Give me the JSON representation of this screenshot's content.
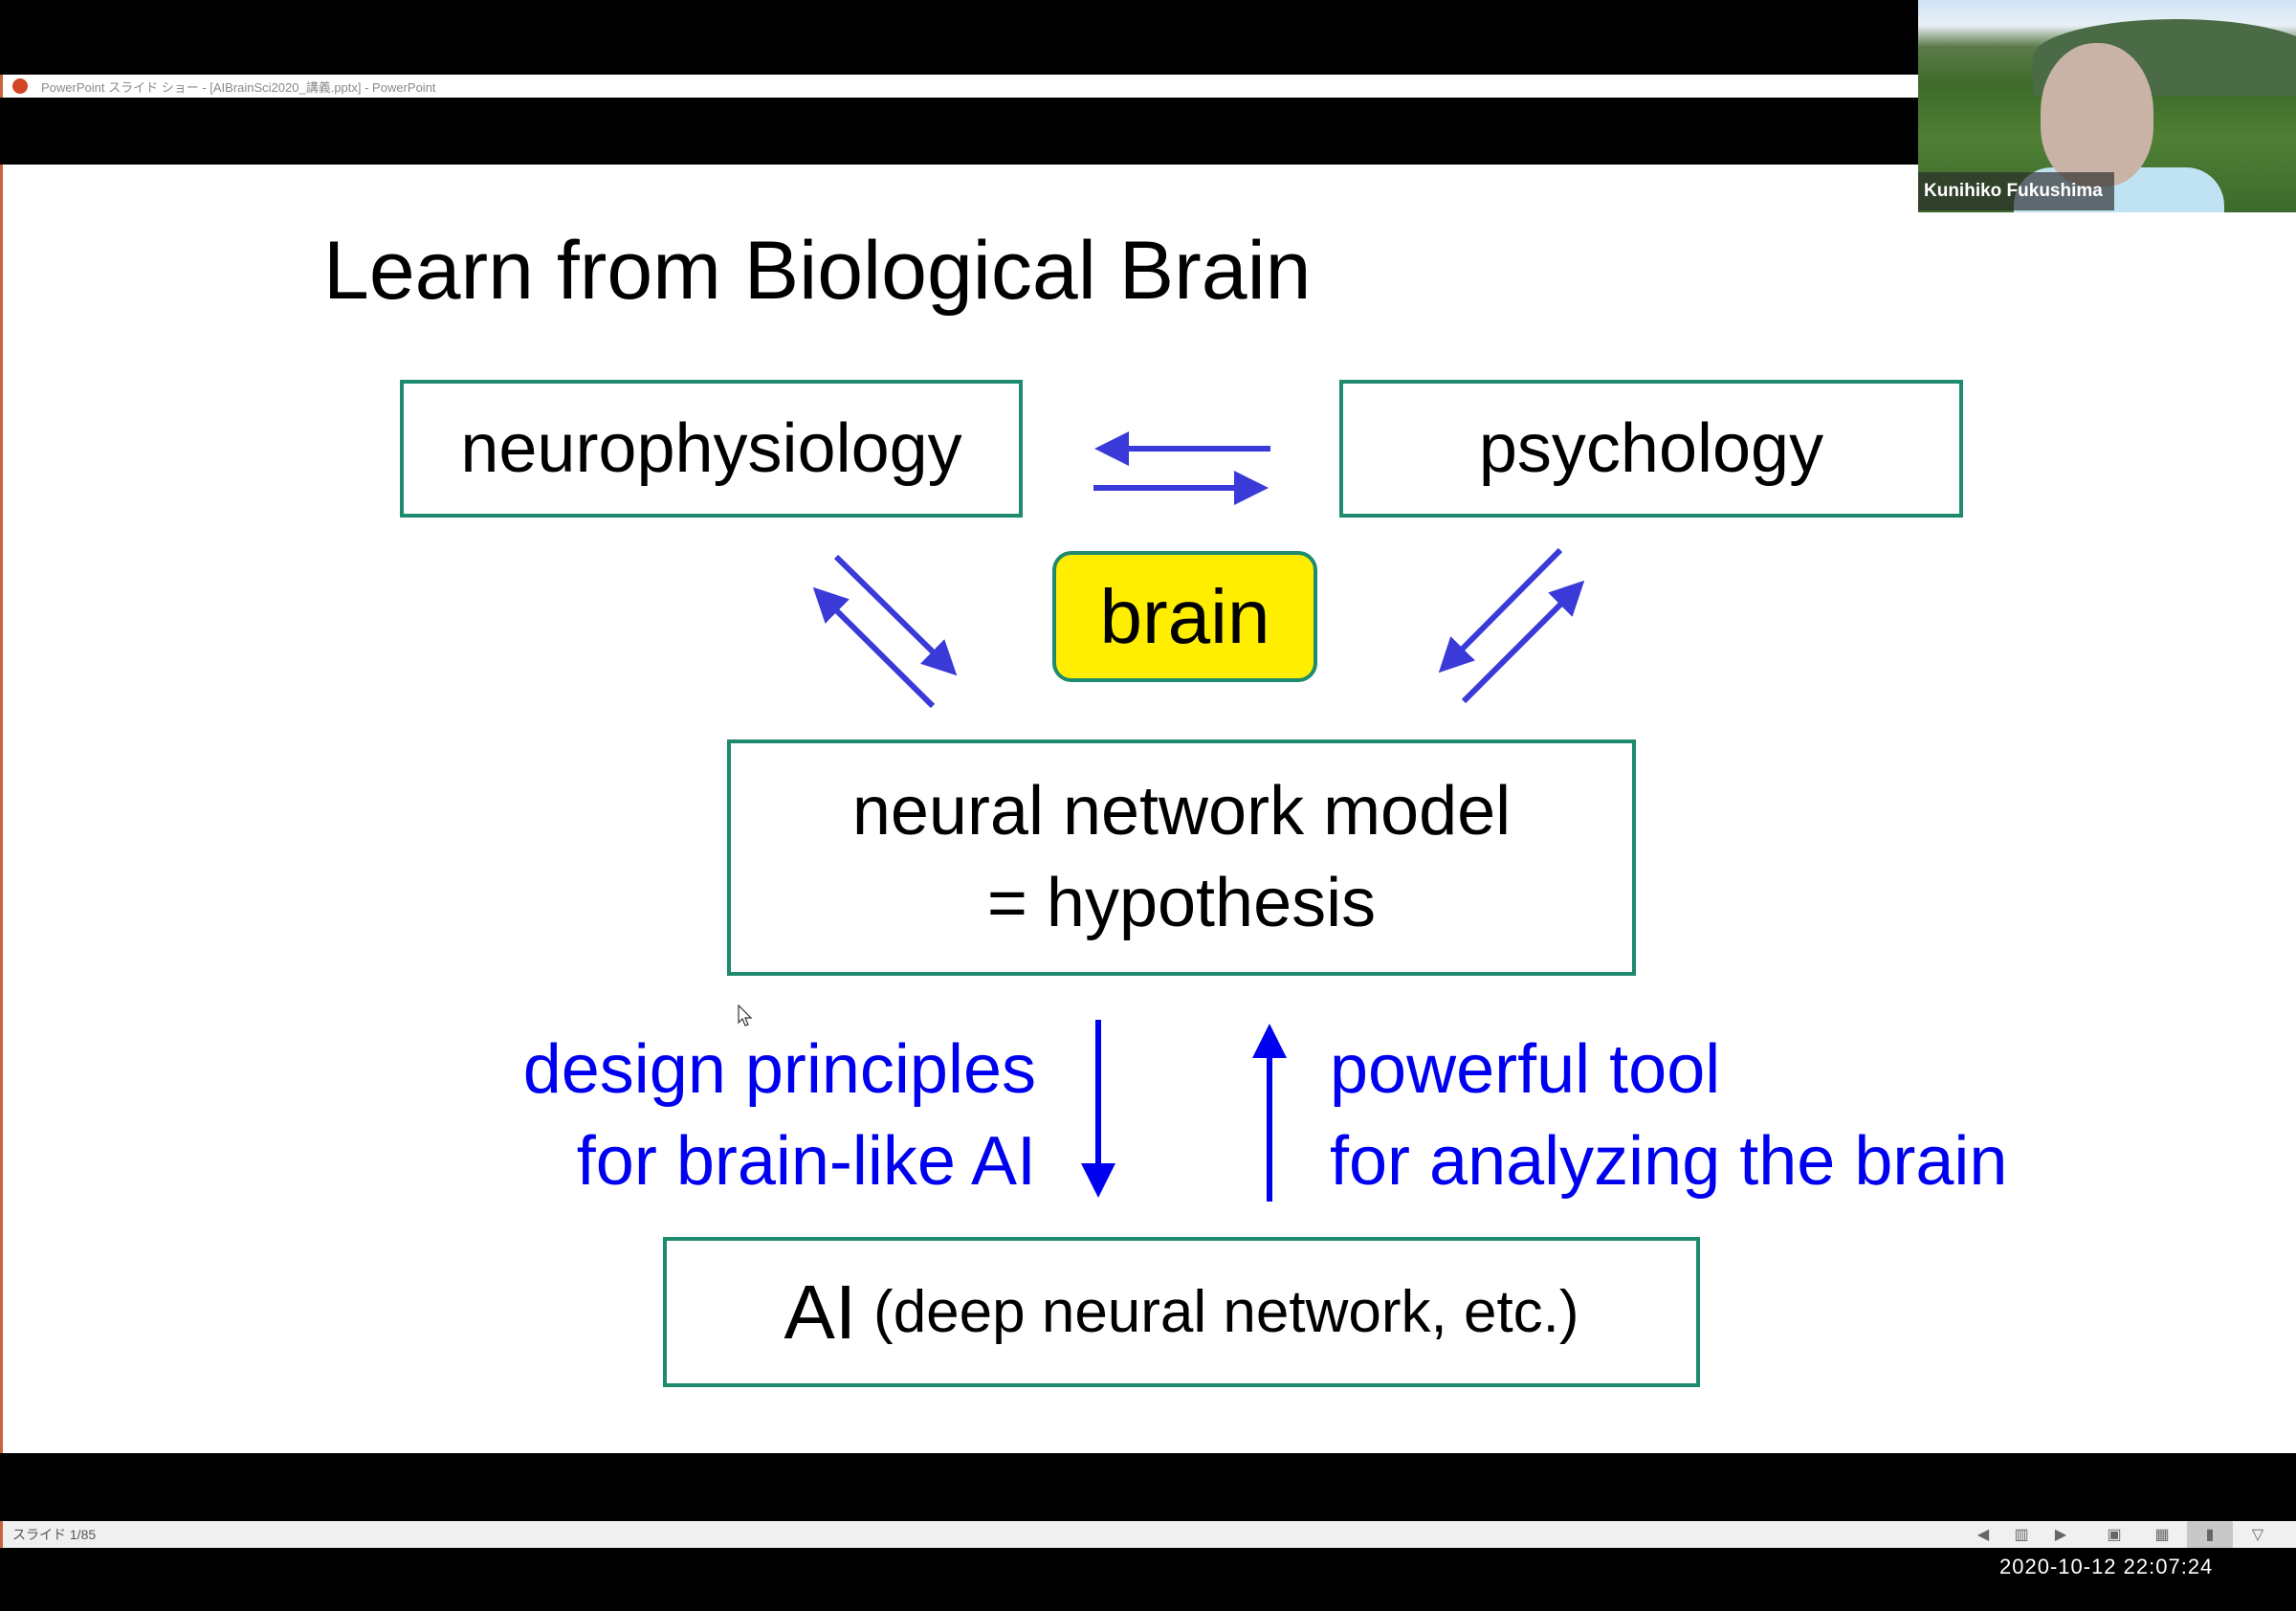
{
  "window": {
    "title": "PowerPoint スライド ショー - [AIBrainSci2020_講義.pptx] - PowerPoint"
  },
  "slide": {
    "title": "Learn from Biological Brain",
    "boxes": {
      "neurophysiology": "neurophysiology",
      "psychology": "psychology",
      "brain": "brain",
      "model_line1": "neural network model",
      "model_line2": "= hypothesis",
      "ai_main": "AI",
      "ai_sub": "(deep neural network, etc.)"
    },
    "labels": {
      "design_line1": "design principles",
      "design_line2": "for brain-like AI",
      "tool_line1": "powerful tool",
      "tool_line2": "for analyzing the brain"
    },
    "colors": {
      "box_border": "#1e8a6e",
      "brain_fill": "#ffee00",
      "arrow_diagram": "#3a3ad8",
      "arrow_flow": "#0000f0",
      "label_text": "#0000f0"
    }
  },
  "statusbar": {
    "slide_indicator": "スライド 1/85",
    "icons": [
      "previous-slide-icon",
      "slide-menu-icon",
      "next-slide-icon",
      "normal-view-icon",
      "slide-sorter-icon",
      "reading-view-icon",
      "slideshow-icon"
    ],
    "active_view": "reading-view-icon"
  },
  "video": {
    "participant_name": "Kunihiko Fukushima"
  },
  "recording_timestamp": "2020-10-12  22:07:24"
}
